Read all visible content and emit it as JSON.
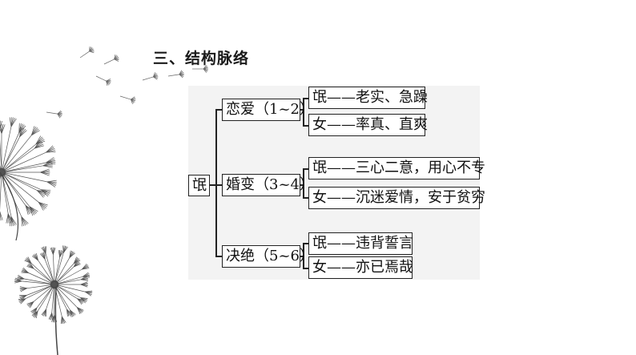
{
  "heading": "三、结构脉络",
  "root": "氓",
  "branches": [
    {
      "label": "恋爱（1~2）",
      "leaves": [
        "氓——老实、急躁",
        "女——率真、直爽"
      ]
    },
    {
      "label": "婚变（3~4）",
      "leaves": [
        "氓——三心二意，用心不专",
        "女——沉迷爱情，安于贫穷"
      ]
    },
    {
      "label": "决绝（5~6）",
      "leaves": [
        "氓——违背誓言",
        "女——亦已焉哉"
      ]
    }
  ],
  "colors": {
    "line": "#222222",
    "panel": "#f3f3f3",
    "decoration": "#444444"
  }
}
